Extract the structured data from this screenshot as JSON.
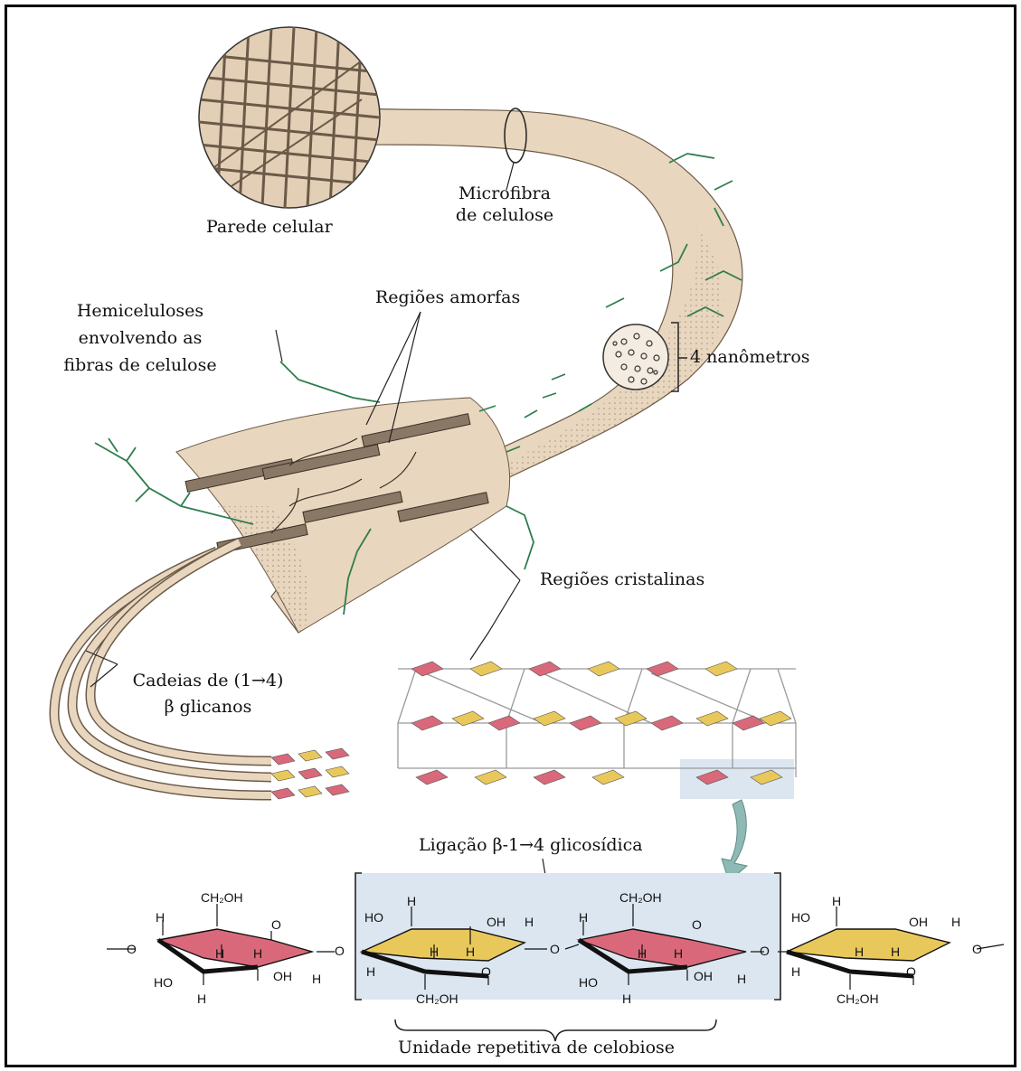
{
  "labels": {
    "cell_wall": "Parede celular",
    "microfibril_line1": "Microfibra",
    "microfibril_line2": "de celulose",
    "hemicellulose_line1": "Hemiceluloses",
    "hemicellulose_line2": "envolvendo as",
    "hemicellulose_line3": "fibras de celulose",
    "amorphous": "Regiões amorfas",
    "nanometers": "4 nanômetros",
    "crystalline": "Regiões cristalinas",
    "chains_line1": "Cadeias de (1→4)",
    "chains_line2": "β glicanos",
    "glycosidic_bond": "Ligação β-1→4 glicosídica",
    "cellobiose_unit": "Unidade repetitiva de celobiose"
  },
  "chem_labels": {
    "h": "H",
    "oh": "OH",
    "ho": "HO",
    "o": "O",
    "ch2oh": "CH₂OH"
  },
  "colors": {
    "fiber": "#e8d6bf",
    "fiber_stroke": "#6b5a48",
    "hemicellulose": "#2f7d4d",
    "glucose_red": "#d9697a",
    "glucose_yellow": "#e9c85b",
    "highlight_box": "#dbe6f0",
    "arrow": "#8fb9b4"
  }
}
